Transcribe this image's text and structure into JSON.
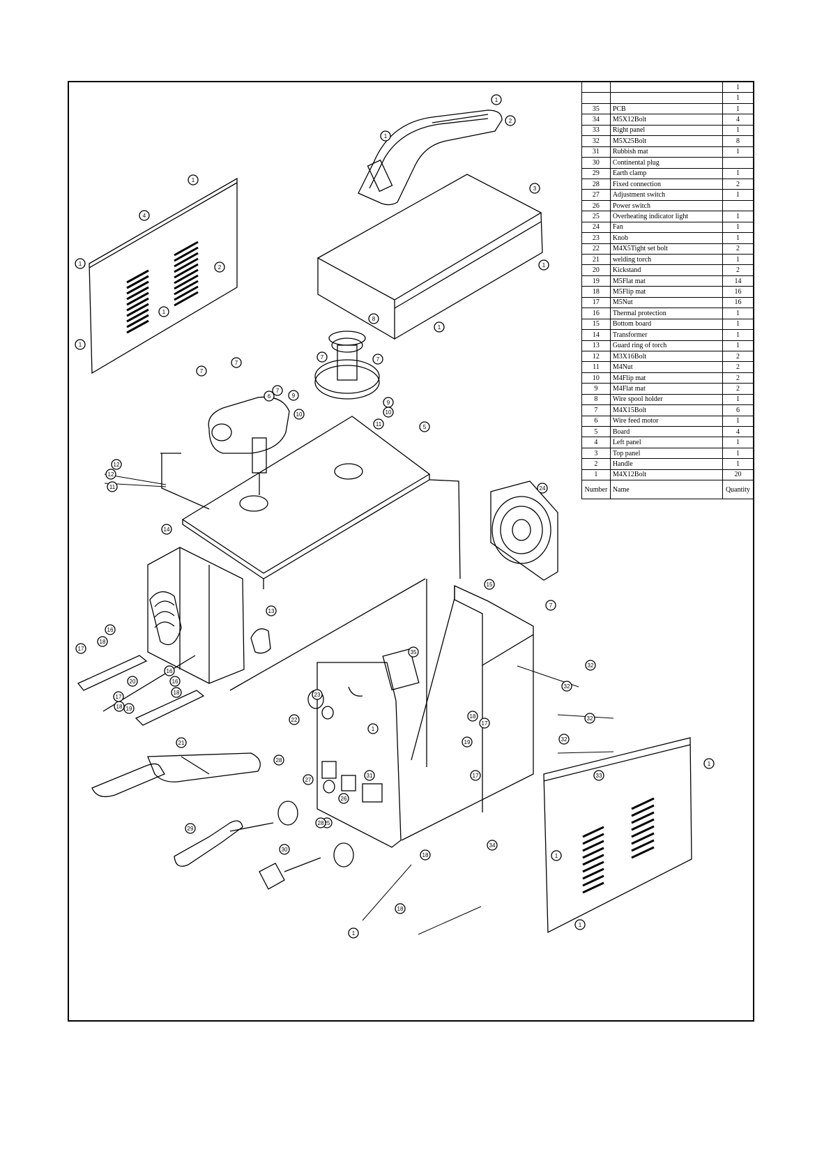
{
  "parts_table": {
    "header": {
      "number": "Number",
      "name": "Name",
      "quantity": "Quantity"
    },
    "rows": [
      {
        "number": "",
        "name": "",
        "quantity": "1"
      },
      {
        "number": "",
        "name": "",
        "quantity": "1"
      },
      {
        "number": "35",
        "name": "PCB",
        "quantity": "1"
      },
      {
        "number": "34",
        "name": "M5X12Bolt",
        "quantity": "4"
      },
      {
        "number": "33",
        "name": "Right panel",
        "quantity": "1"
      },
      {
        "number": "32",
        "name": "M5X25Bolt",
        "quantity": "8"
      },
      {
        "number": "31",
        "name": "Rubbish mat",
        "quantity": "1"
      },
      {
        "number": "30",
        "name": "Continental plug",
        "quantity": ""
      },
      {
        "number": "29",
        "name": "Earth clamp",
        "quantity": "1"
      },
      {
        "number": "28",
        "name": "Fixed connection",
        "quantity": "2"
      },
      {
        "number": "27",
        "name": "Adjustment switch",
        "quantity": "1"
      },
      {
        "number": "26",
        "name": "Power switch",
        "quantity": ""
      },
      {
        "number": "25",
        "name": "Overheating indicator light",
        "quantity": "1"
      },
      {
        "number": "24",
        "name": "Fan",
        "quantity": "1"
      },
      {
        "number": "23",
        "name": "Knob",
        "quantity": "1"
      },
      {
        "number": "22",
        "name": "M4X5Tight set bolt",
        "quantity": "2"
      },
      {
        "number": "21",
        "name": "welding torch",
        "quantity": "1"
      },
      {
        "number": "20",
        "name": "Kickstand",
        "quantity": "2"
      },
      {
        "number": "19",
        "name": "M5Flat mat",
        "quantity": "14"
      },
      {
        "number": "18",
        "name": "M5Flip mat",
        "quantity": "16"
      },
      {
        "number": "17",
        "name": "M5Nut",
        "quantity": "16"
      },
      {
        "number": "16",
        "name": "Thermal protection",
        "quantity": "1"
      },
      {
        "number": "15",
        "name": "Bottom board",
        "quantity": "1"
      },
      {
        "number": "14",
        "name": "Transformer",
        "quantity": "1"
      },
      {
        "number": "13",
        "name": "Guard ring of torch",
        "quantity": "1"
      },
      {
        "number": "12",
        "name": "M3X16Bolt",
        "quantity": "2"
      },
      {
        "number": "11",
        "name": "M4Nut",
        "quantity": "2"
      },
      {
        "number": "10",
        "name": "M4Flip mat",
        "quantity": "2"
      },
      {
        "number": "9",
        "name": "M4Flat mat",
        "quantity": "2"
      },
      {
        "number": "8",
        "name": "Wire spool holder",
        "quantity": "1"
      },
      {
        "number": "7",
        "name": "M4X15Bolt",
        "quantity": "6"
      },
      {
        "number": "6",
        "name": "Wire feed motor",
        "quantity": "1"
      },
      {
        "number": "5",
        "name": "Board",
        "quantity": "4"
      },
      {
        "number": "4",
        "name": "Left panel",
        "quantity": "1"
      },
      {
        "number": "3",
        "name": "Top panel",
        "quantity": "1"
      },
      {
        "number": "2",
        "name": "Handle",
        "quantity": "1"
      },
      {
        "number": "1",
        "name": "M4X12Bolt",
        "quantity": "20"
      }
    ]
  },
  "callouts": [
    "1",
    "2",
    "3",
    "4",
    "5",
    "6",
    "7",
    "8",
    "9",
    "10",
    "11",
    "12",
    "13",
    "14",
    "15",
    "16",
    "17",
    "18",
    "19",
    "20",
    "21",
    "22",
    "23",
    "24",
    "25",
    "26",
    "27",
    "28",
    "29",
    "30",
    "31",
    "32",
    "33",
    "34",
    "35"
  ]
}
